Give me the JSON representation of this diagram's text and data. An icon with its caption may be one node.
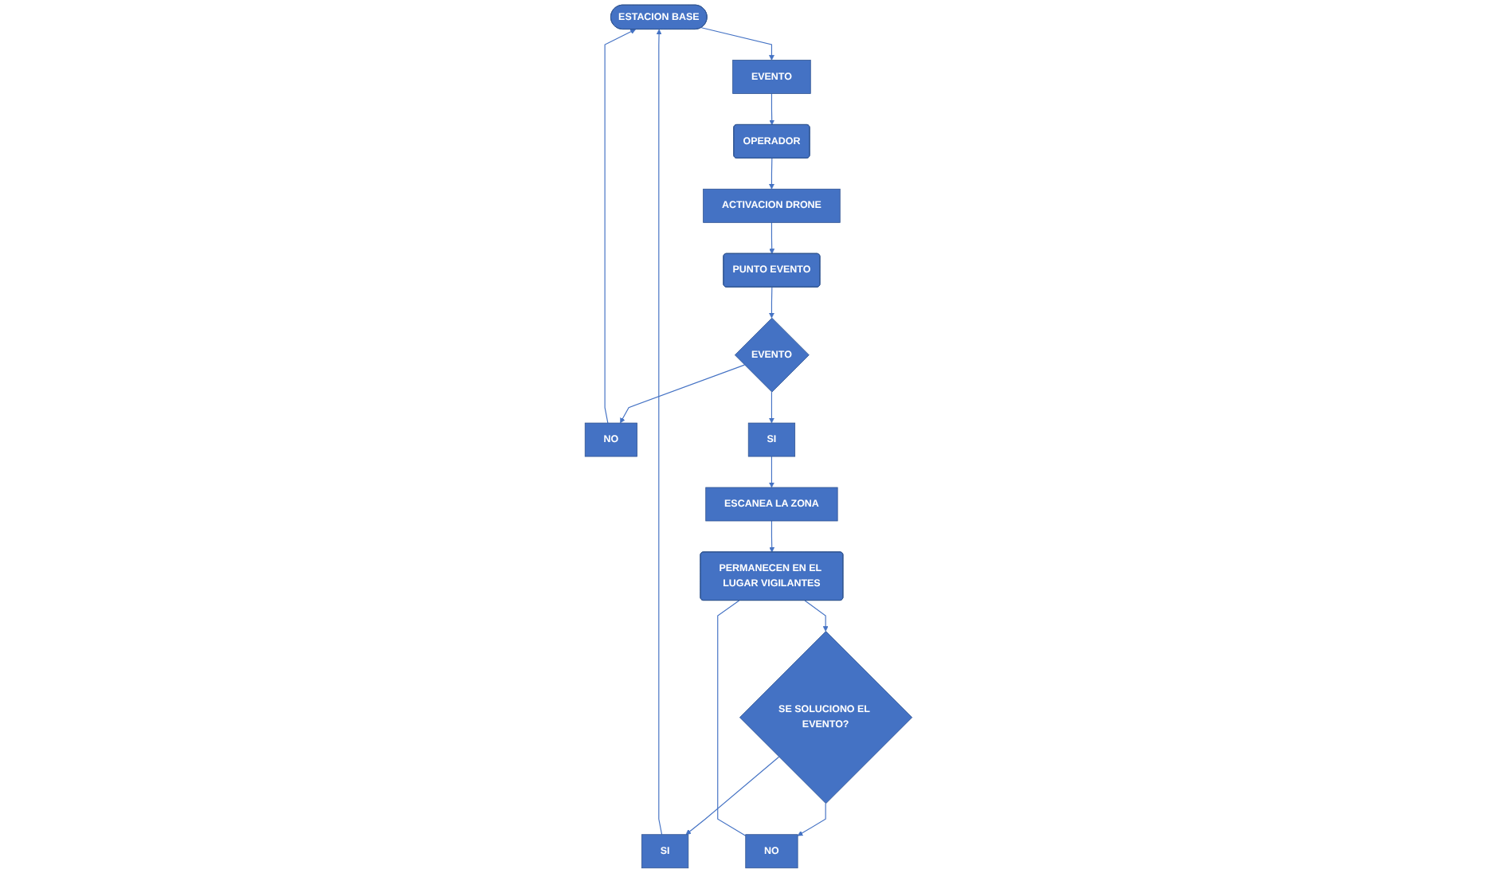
{
  "diagram": {
    "nodes": [
      {
        "text": [
          "ESTACION BASE"
        ]
      },
      {
        "text": [
          "EVENTO"
        ]
      },
      {
        "text": [
          "OPERADOR"
        ]
      },
      {
        "text": [
          "ACTIVACION DRONE"
        ]
      },
      {
        "text": [
          "PUNTO EVENTO"
        ]
      },
      {
        "text": [
          "EVENTO"
        ]
      },
      {
        "text": [
          "NO"
        ]
      },
      {
        "text": [
          "SI"
        ]
      },
      {
        "text": [
          "ESCANEA LA ZONA"
        ]
      },
      {
        "text": [
          "PERMANECEN EN EL LUGAR VIGILANTES"
        ]
      },
      {
        "text": [
          "SE SOLUCIONO EL EVENTO?"
        ]
      },
      {
        "text": [
          "SI"
        ]
      },
      {
        "text": [
          "NO"
        ]
      }
    ],
    "edges": [
      {
        "from": 0,
        "to": 1,
        "arrow": "to"
      },
      {
        "from": 1,
        "to": 2,
        "arrow": "to"
      },
      {
        "from": 2,
        "to": 3,
        "arrow": "to"
      },
      {
        "from": 3,
        "to": 4,
        "arrow": "to"
      },
      {
        "from": 4,
        "to": 5,
        "arrow": "to"
      },
      {
        "from": 5,
        "to": 6,
        "arrow": "to"
      },
      {
        "from": 6,
        "to": 0,
        "arrow": "to"
      },
      {
        "from": 5,
        "to": 7,
        "arrow": "to"
      },
      {
        "from": 7,
        "to": 8,
        "arrow": "to"
      },
      {
        "from": 8,
        "to": 9,
        "arrow": "to"
      },
      {
        "from": 9,
        "to": 10,
        "arrow": "to"
      },
      {
        "from": 10,
        "to": 11,
        "arrow": "to"
      },
      {
        "from": 11,
        "to": 0,
        "arrow": "to"
      },
      {
        "from": 10,
        "to": 12,
        "arrow": "to"
      },
      {
        "from": 12,
        "to": 9,
        "arrow": "none"
      }
    ]
  }
}
